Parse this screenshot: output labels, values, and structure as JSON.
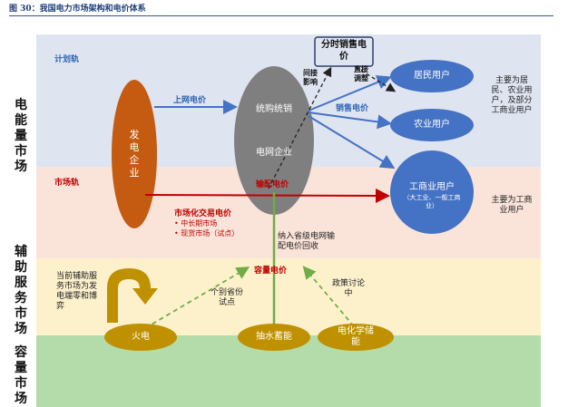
{
  "caption": "图 30：我国电力市场架构和电价体系",
  "bands": {
    "plan": "计划轨",
    "market": "市场轨"
  },
  "side_labels": {
    "energy": "电能量市场",
    "aux": "辅助服务市场",
    "capacity": "容量市场"
  },
  "nodes": {
    "generator": "发电企业",
    "grid_top": "统购统销",
    "grid_bottom": "电网企业",
    "residential": "居民用户",
    "agri": "农业用户",
    "industrial": "工商业用户",
    "industrial_sub": "（大工业、一般工商业）",
    "tou_price": "分时销售电价",
    "thermal": "火电",
    "pumped": "抽水蓄能",
    "storage": "电化学储能"
  },
  "labels": {
    "on_grid_price": "上网电价",
    "sales_price": "销售电价",
    "transmission_price": "输配电价",
    "market_price": "市场化交易电价",
    "market_items": [
      "中长期市场",
      "现货市场（试点）"
    ],
    "capacity_price": "容量电价",
    "indirect": "间接影响",
    "direct": "直接调整",
    "include_grid": "纳入省级电网输配电价回收",
    "pilot": "个别省份试点",
    "policy": "政策讨论中",
    "aux_note": "当前辅助服务市场为发电端零和博弈",
    "note_res": "主要为居民、农业用户，及部分工商业用户",
    "note_ind": "主要为工商业用户"
  },
  "colors": {
    "blue": "#4472c4",
    "dark_blue": "#2f66b3",
    "orange": "#c55a11",
    "gray": "#7f7f7f",
    "red": "#c00000",
    "gold": "#bf9000",
    "green": "#70ad47"
  }
}
